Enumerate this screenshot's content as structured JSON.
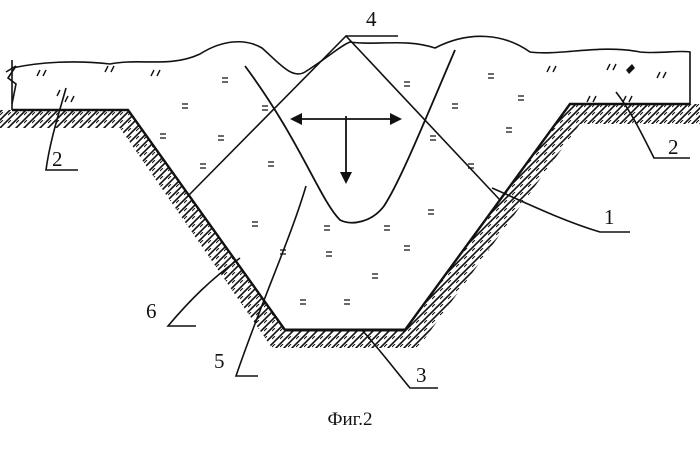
{
  "diagram": {
    "caption": "Фиг.2",
    "labels": {
      "label_1": "1",
      "label_2_left": "2",
      "label_2_right": "2",
      "label_3": "3",
      "label_4": "4",
      "label_5": "5",
      "label_6": "6"
    }
  }
}
